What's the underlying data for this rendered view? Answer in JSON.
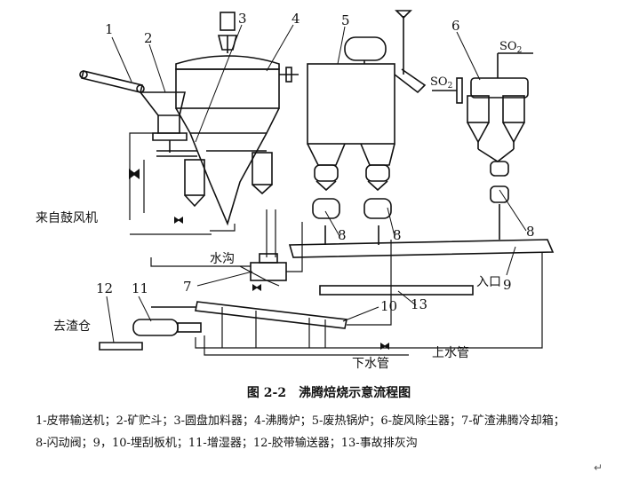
{
  "diagram": {
    "callouts": [
      "1",
      "2",
      "3",
      "4",
      "5",
      "6",
      "7",
      "8",
      "8",
      "8",
      "9",
      "10",
      "11",
      "12",
      "13"
    ],
    "labels": {
      "blower": "来自鼓风机",
      "ditch": "水沟",
      "inlet": "入口",
      "slag": "去渣仓",
      "water_in": "上水管",
      "water_out": "下水管",
      "so2_a": "SO",
      "so2_b": "SO",
      "sub2": "2"
    }
  },
  "caption": "图 2-2　沸腾焙烧示意流程图",
  "legend": [
    "1-皮带输送机；",
    "2-矿贮斗；",
    "3-圆盘加料器；",
    "4-沸腾炉；",
    "5-废热锅炉；",
    "6-旋风除尘器；",
    "7-矿渣沸腾冷却箱；",
    "8-闪动阀；",
    "9，10-埋刮板机；",
    "11-增湿器；",
    "12-胶带输送器；",
    "13-事故排灰沟"
  ],
  "return_mark": "↵"
}
